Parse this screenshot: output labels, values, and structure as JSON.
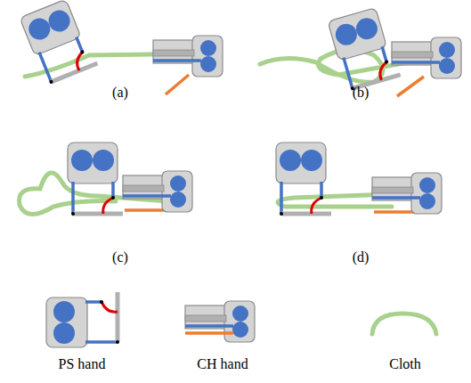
{
  "diagram": {
    "labels": [
      "(a)",
      "(b)",
      "(c)",
      "(d)"
    ],
    "legend": [
      {
        "text": "PS hand"
      },
      {
        "text": "CH hand"
      },
      {
        "text": "Cloth"
      }
    ]
  }
}
